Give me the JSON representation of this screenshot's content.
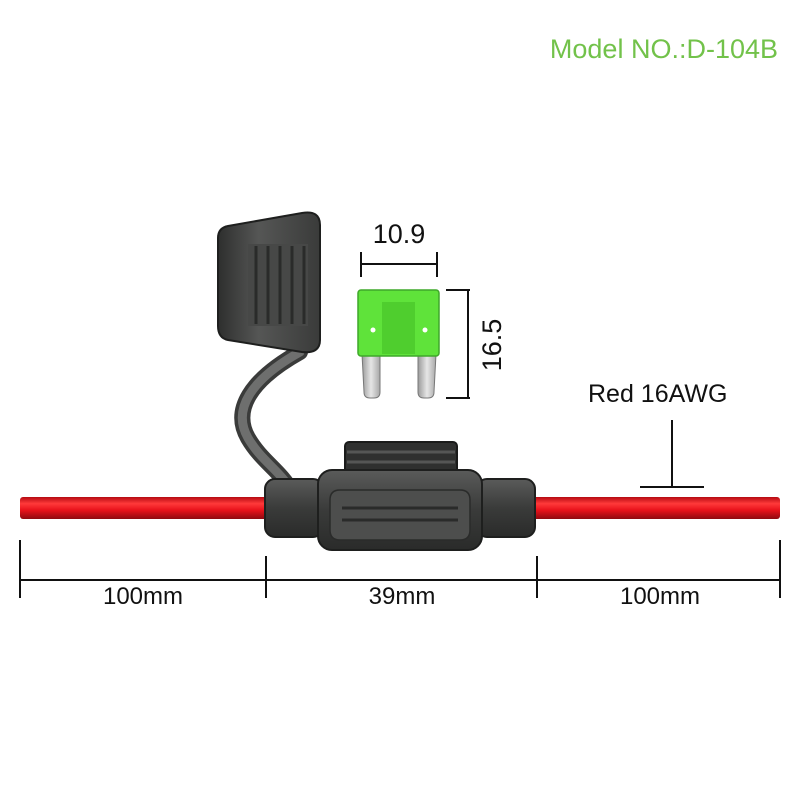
{
  "model": "Model NO.:D-104B",
  "fuse": {
    "width": "10.9",
    "height": "16.5"
  },
  "wire": {
    "label": "Red 16AWG"
  },
  "dimensions": {
    "left": "100mm",
    "middle": "39mm",
    "right": "100mm"
  },
  "colors": {
    "brand": "#72c24a",
    "wire": "#e8121b",
    "fuse": "#5fe33a",
    "holder": "#3c3d3c"
  }
}
